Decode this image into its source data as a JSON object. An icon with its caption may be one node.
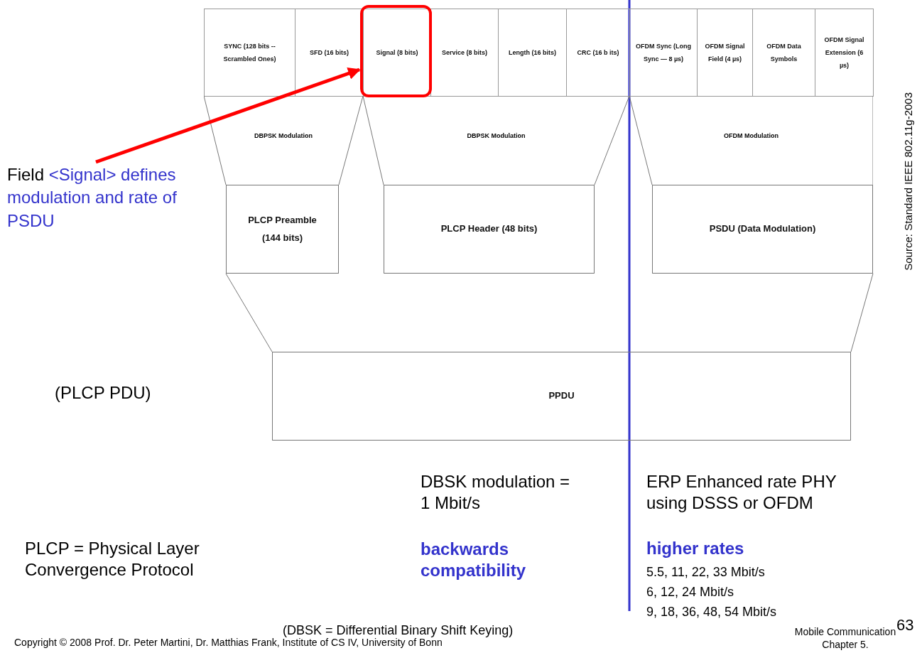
{
  "diagram": {
    "nodes": [
      {
        "text": [
          "SYNC (128 bits -- Scrambled Ones)"
        ]
      },
      {
        "text": [
          "SFD (16 bits)"
        ]
      },
      {
        "text": [
          "Signal (8 bits)"
        ]
      },
      {
        "text": [
          "Service (8 bits)"
        ]
      },
      {
        "text": [
          "Length (16 bits)"
        ]
      },
      {
        "text": [
          "CRC (16 b its)"
        ]
      },
      {
        "text": [
          "OFDM Sync (Long Sync — 8 µs)"
        ]
      },
      {
        "text": [
          "OFDM Signal Field (4 µs)"
        ]
      },
      {
        "text": [
          "OFDM Data Symbols"
        ]
      },
      {
        "text": [
          "OFDM Signal Extension (6 µs)"
        ]
      },
      {
        "text": [
          "DBPSK Modulation"
        ]
      },
      {
        "text": [
          "DBPSK Modulation"
        ]
      },
      {
        "text": [
          "OFDM Modulation"
        ]
      },
      {
        "text": [
          "PLCP Preamble (144 bits)"
        ]
      },
      {
        "text": [
          "PLCP Header (48 bits)"
        ]
      },
      {
        "text": [
          "PSDU (Data Modulation)"
        ]
      },
      {
        "text": [
          "PPDU"
        ]
      },
      {
        "text": [
          "Field",
          "<Signal> defines modulation and rate of PSDU"
        ]
      }
    ],
    "edges": [
      {
        "from": 17,
        "to": 2,
        "arrow": "to",
        "color": "#ff0000"
      }
    ],
    "labels": [
      "(PLCP PDU)",
      "DBSK modulation = 1 Mbit/s",
      "ERP Enhanced rate PHY using DSSS or OFDM",
      "PLCP = Physical Layer Convergence Protocol",
      "backwards compatibility",
      "higher rates",
      "5.5, 11, 22, 33 Mbit/s",
      "6, 12, 24 Mbit/s",
      "9, 18, 36, 48, 54 Mbit/s",
      "(DBSK = Differential Binary Shift Keying)",
      "Mobile Communication Chapter 5.",
      "63",
      "Copyright © 2008 Prof. Dr. Peter Martini, Dr. Matthias Frank, Institute of CS IV, University of Bonn",
      "Source: Standard IEEE 802.11g-2003"
    ]
  }
}
